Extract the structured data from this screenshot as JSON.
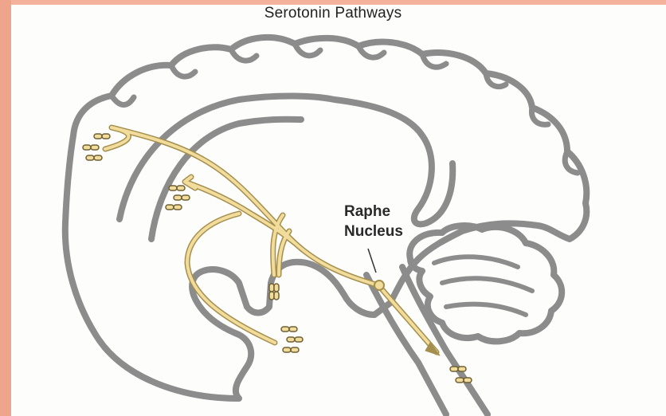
{
  "diagram": {
    "title": "Serotonin Pathways",
    "label_line1": "Raphe",
    "label_line2": "Nucleus"
  },
  "colors": {
    "outline": "#8c8c8c",
    "pathway_fill": "#f2dc9b",
    "pathway_stroke": "#a48f4f",
    "accent_left": "#efa58c"
  }
}
